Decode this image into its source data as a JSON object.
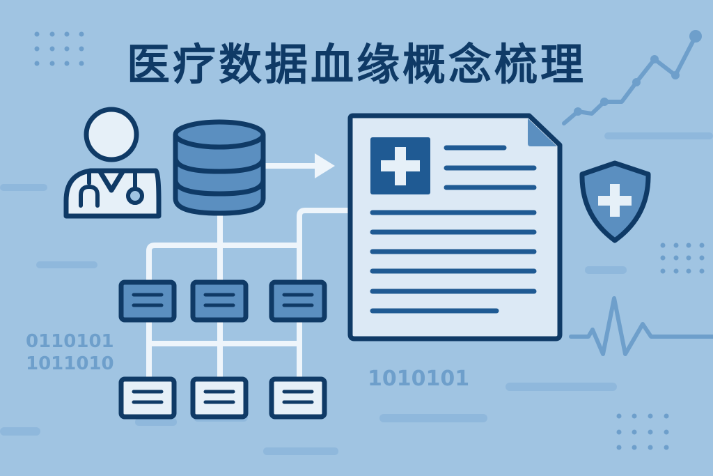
{
  "title": "医疗数据血缘概念梳理",
  "binary_left": [
    "0110101",
    "1011010"
  ],
  "binary_center": "1010101",
  "colors": {
    "background": "#a0c4e2",
    "navy": "#0f3a66",
    "mid_blue": "#5b8fc0",
    "light_fill": "#e6f0f8",
    "connector": "#eef5fb",
    "decor": "#6e9fcb"
  },
  "diagram": {
    "nodes": [
      {
        "id": "doctor",
        "label": "doctor-icon"
      },
      {
        "id": "database",
        "label": "database-icon"
      },
      {
        "id": "medical-record",
        "label": "document-icon"
      },
      {
        "id": "shield",
        "label": "shield-plus-icon"
      },
      {
        "id": "table-row1",
        "count": 3,
        "style": "filled"
      },
      {
        "id": "table-row2",
        "count": 3,
        "style": "light"
      }
    ],
    "edges": [
      {
        "from": "database",
        "to": "medical-record",
        "type": "arrow"
      },
      {
        "from": "database",
        "to": "table-row1",
        "type": "tree"
      },
      {
        "from": "table-row1",
        "to": "table-row2",
        "type": "tree"
      },
      {
        "from": "table-row1",
        "to": "medical-record",
        "type": "line"
      }
    ]
  }
}
